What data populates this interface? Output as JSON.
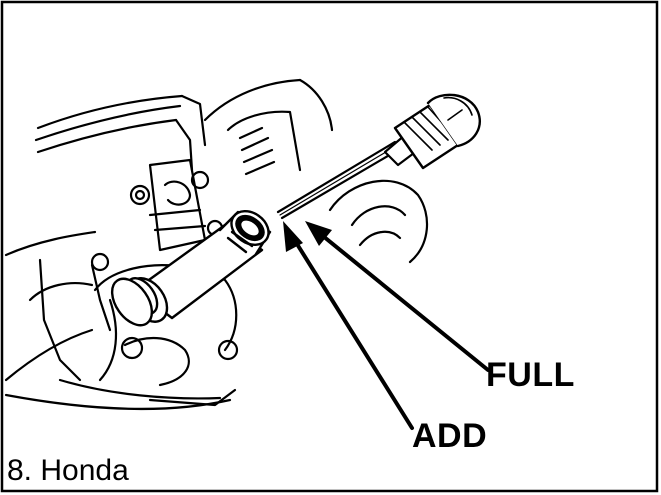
{
  "figure": {
    "caption": "8. Honda",
    "callouts": {
      "full": "FULL",
      "add": "ADD"
    }
  },
  "colors": {
    "line": "#000000",
    "background": "#ffffff"
  }
}
